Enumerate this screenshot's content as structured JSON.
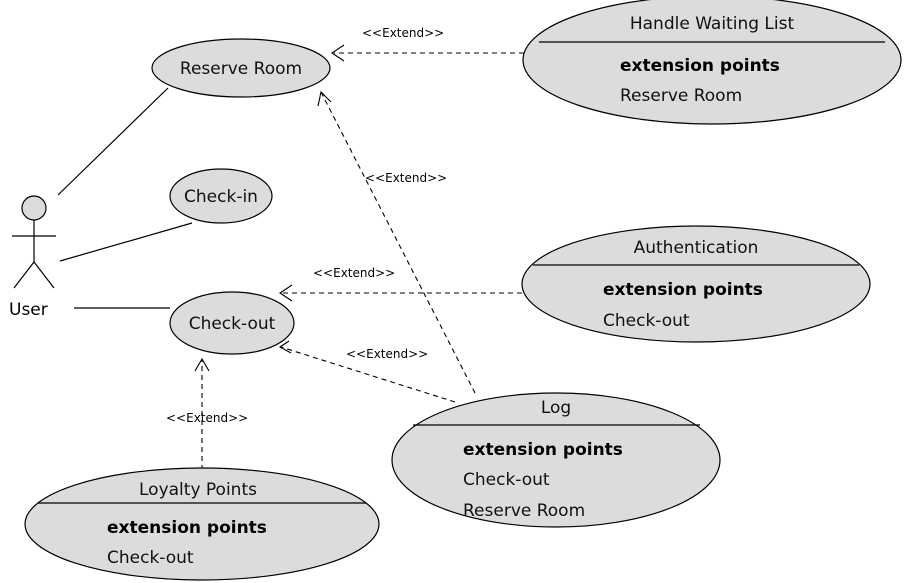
{
  "actor": {
    "label": "User"
  },
  "use_cases": {
    "reserve_room": {
      "label": "Reserve Room"
    },
    "check_in": {
      "label": "Check-in"
    },
    "check_out": {
      "label": "Check-out"
    }
  },
  "extension_use_cases": {
    "handle_waiting_list": {
      "title": "Handle Waiting List",
      "heading": "extension points",
      "points": [
        "Reserve Room"
      ]
    },
    "authentication": {
      "title": "Authentication",
      "heading": "extension points",
      "points": [
        "Check-out"
      ]
    },
    "log": {
      "title": "Log",
      "heading": "extension points",
      "points": [
        "Check-out",
        "Reserve Room"
      ]
    },
    "loyalty_points": {
      "title": "Loyalty Points",
      "heading": "extension points",
      "points": [
        "Check-out"
      ]
    }
  },
  "relationships": {
    "extend_label": "<<Extend>>"
  }
}
